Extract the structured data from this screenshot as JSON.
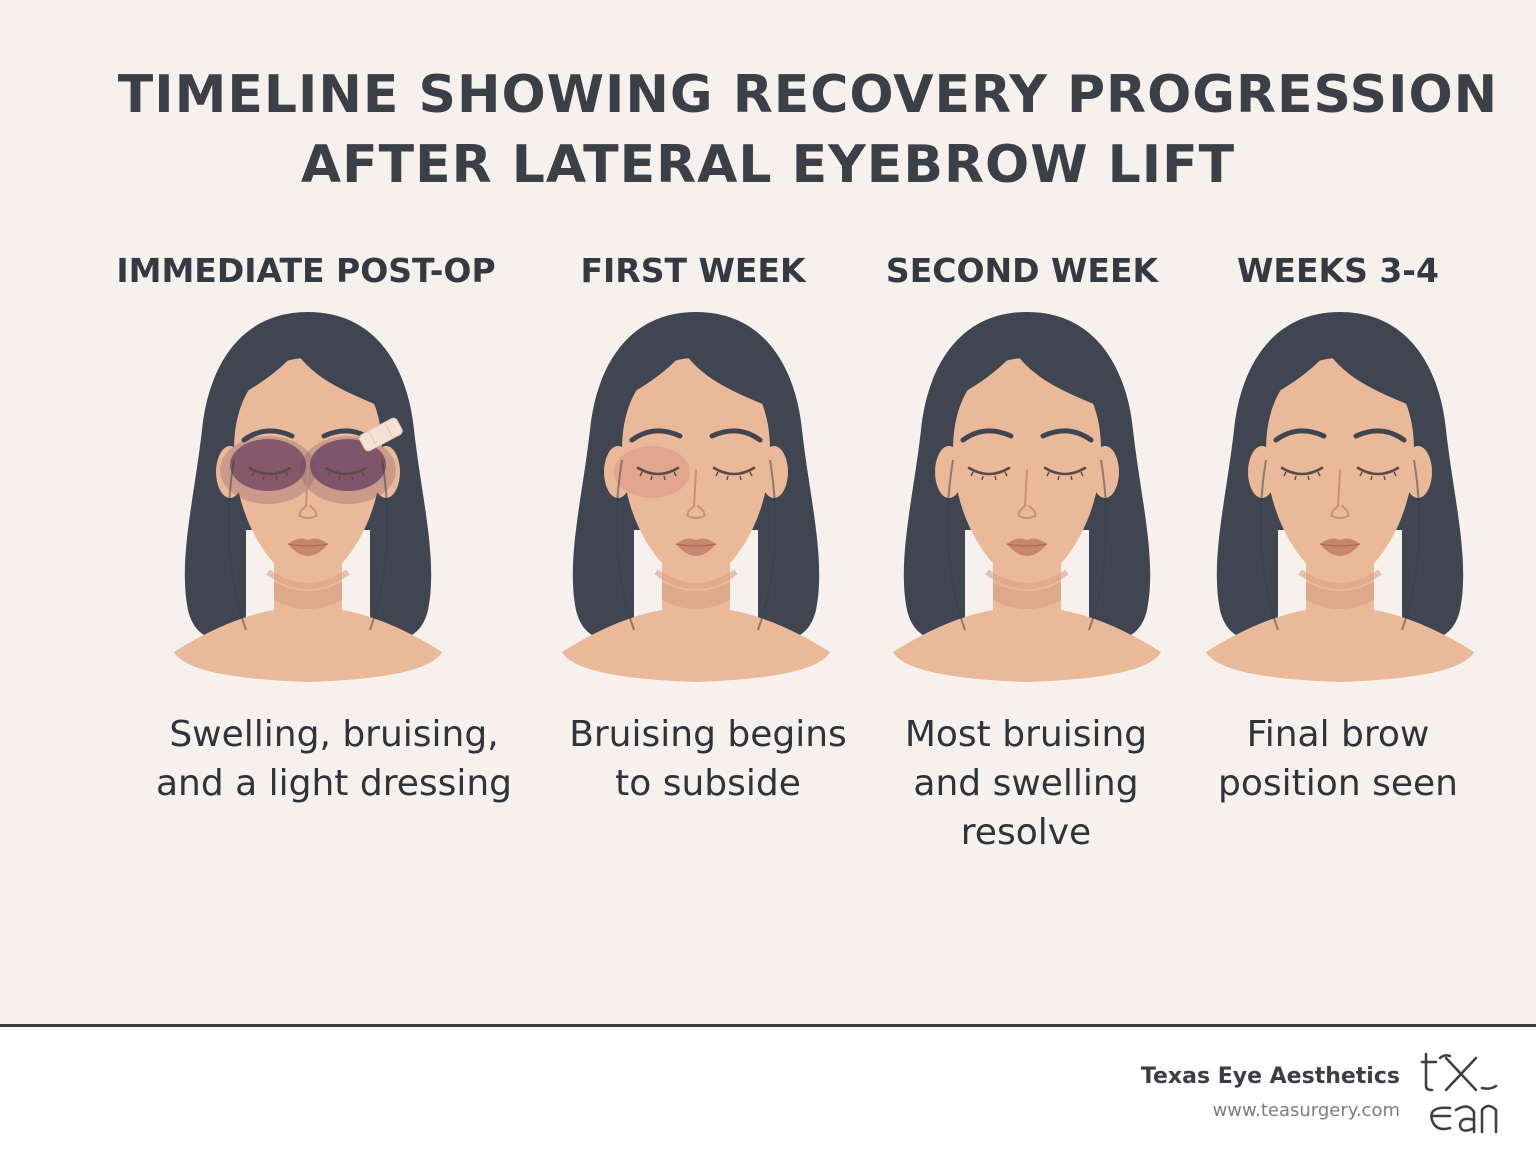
{
  "title": {
    "line1": "TIMELINE SHOWING RECOVERY PROGRESSION",
    "line2": "AFTER LATERAL EYEBROW LIFT"
  },
  "stages": [
    {
      "heading": "IMMEDIATE POST-OP",
      "caption_lines": [
        "Swelling, bruising,",
        "and a light dressing"
      ],
      "bruising_level": "heavy",
      "dressing": true
    },
    {
      "heading": "FIRST WEEK",
      "caption_lines": [
        "Bruising begins",
        "to subside"
      ],
      "bruising_level": "light",
      "dressing": false
    },
    {
      "heading": "SECOND WEEK",
      "caption_lines": [
        "Most bruising",
        "and swelling",
        "resolve"
      ],
      "bruising_level": "none",
      "dressing": false
    },
    {
      "heading": "WEEKS 3-4",
      "caption_lines": [
        "Final brow",
        "position seen"
      ],
      "bruising_level": "none",
      "dressing": false
    }
  ],
  "footer": {
    "brand_name": "Texas Eye Aesthetics",
    "brand_url": "www.teasurgery.com",
    "logo_icon": "tea-monogram-logo"
  },
  "colors": {
    "background": "#f7f1ee",
    "hair": "#3f4651",
    "skin": "#e9b999",
    "skin_shadow": "#d9a282",
    "bruise": "#6e4460",
    "text": "#353b45"
  }
}
